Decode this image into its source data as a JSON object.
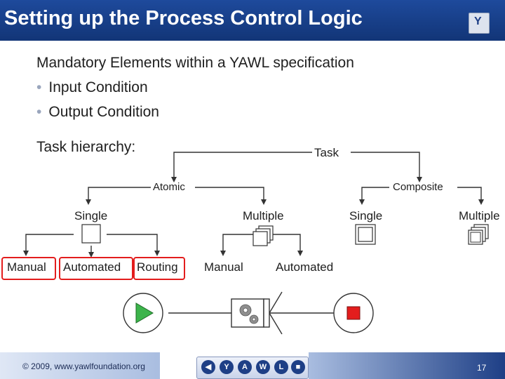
{
  "header": {
    "title": "Setting up the Process Control Logic",
    "logo_letter": "Y"
  },
  "content": {
    "intro": "Mandatory Elements within a YAWL specification",
    "bullets": [
      "Input Condition",
      "Output Condition"
    ],
    "hierarchy_label": "Task hierarchy:"
  },
  "tree": {
    "root": "Task",
    "atomic": "Atomic",
    "composite": "Composite",
    "atomic_single": "Single",
    "atomic_multiple": "Multiple",
    "composite_single": "Single",
    "composite_multiple": "Multiple",
    "leaf_manual": "Manual",
    "leaf_automated": "Automated",
    "leaf_routing": "Routing",
    "multi_manual": "Manual",
    "multi_automated": "Automated"
  },
  "footer": {
    "copyright": "© 2009, www.yawlfoundation.org",
    "page_number": "17",
    "nav_letters": [
      "Y",
      "A",
      "W",
      "L"
    ]
  },
  "colors": {
    "header_bg": "#1e4a9c",
    "highlight_red": "#e31d1d",
    "start_green": "#3cb44b",
    "end_red": "#e31d1d"
  }
}
